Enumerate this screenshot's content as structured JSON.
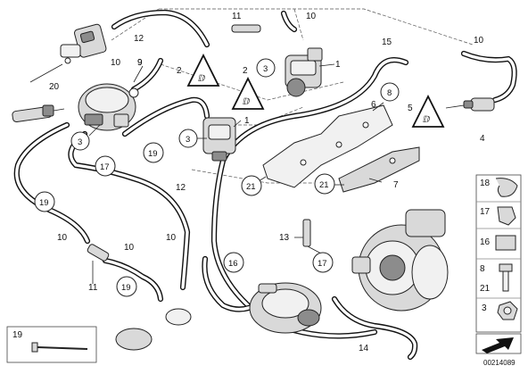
{
  "diagram": {
    "labels": [
      "1",
      "1",
      "2",
      "2",
      "3",
      "3",
      "3",
      "4",
      "5",
      "6",
      "7",
      "8",
      "9",
      "10",
      "10",
      "10",
      "10",
      "10",
      "11",
      "11",
      "12",
      "12",
      "13",
      "14",
      "15",
      "16",
      "17",
      "18",
      "19",
      "19",
      "19",
      "20",
      "21",
      "21"
    ],
    "side_labels": [
      "18",
      "17",
      "16",
      "8",
      "21",
      "3"
    ],
    "inset_label": "19",
    "catalog_id": "00214089"
  }
}
